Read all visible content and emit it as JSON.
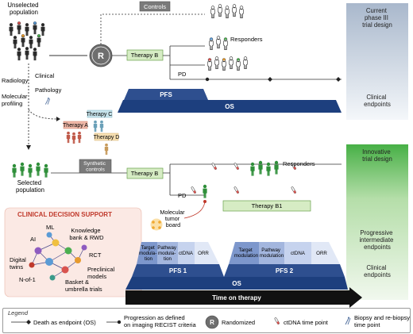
{
  "left_labels": {
    "unselected": [
      "Unselected",
      "population"
    ],
    "radiology": "Radiology",
    "clinical": "Clinical",
    "molecular": [
      "Molecular",
      "profiling"
    ],
    "pathology": "Pathology",
    "selected": [
      "Selected",
      "population"
    ]
  },
  "top_flow": {
    "controls": "Controls",
    "randomize_symbol": "R",
    "therapy_b": "Therapy B",
    "responders": "Responders",
    "pd": "PD",
    "pfs": "PFS",
    "os": "OS"
  },
  "therapies": {
    "a": "Therapy A",
    "c": "Therapy C",
    "d": "Therapy D"
  },
  "bottom_flow": {
    "synthetic_controls": [
      "Synthetic",
      "controls"
    ],
    "therapy_b": "Therapy B",
    "responders": "Responders",
    "pd": "PD",
    "therapy_b1": "Therapy B1",
    "tumor_board": [
      "Molecular",
      "tumor",
      "board"
    ]
  },
  "cds": {
    "title": "CLINICAL DECISION SUPPORT",
    "ml": "ML",
    "ai": "AI",
    "knowledge": [
      "Knowledge",
      "bank & RWD"
    ],
    "rct": "RCT",
    "digital_twins": [
      "Digital",
      "twins"
    ],
    "preclinical": [
      "Preclinical",
      "models"
    ],
    "n_of_1": "N-of-1",
    "basket": [
      "Basket &",
      "umbrella trials"
    ]
  },
  "endpoints": {
    "block1": [
      "Target",
      "modula-",
      "tion"
    ],
    "block2": [
      "Pathway",
      "modula-",
      "tion"
    ],
    "ctdna": "ctDNA",
    "orr": "ORR",
    "block1b": [
      "Target",
      "modulation"
    ],
    "block2b": [
      "Pathway",
      "modulation"
    ],
    "ctdna_b": "ctDNA",
    "orr_b": "ORR",
    "pfs1": "PFS 1",
    "pfs2": "PFS 2",
    "os": "OS",
    "time": "Time on therapy"
  },
  "right_panel": {
    "current": [
      "Current",
      "phase III",
      "trial design"
    ],
    "clinical_endpoints_top": [
      "Clinical",
      "endpoints"
    ],
    "innovative": [
      "Innovative",
      "trial design"
    ],
    "progressive": [
      "Progressive",
      "intermediate",
      "endpoints"
    ],
    "clinical_endpoints_bottom": [
      "Clinical",
      "endpoints"
    ]
  },
  "legend": {
    "title": "Legend",
    "death": "Death as endpoint (OS)",
    "progression": [
      "Progression as defined",
      "on imaging RECIST criteria"
    ],
    "r_symbol": "R",
    "randomized": "Randomized",
    "ctdna": "ctDNA time point",
    "biopsy": [
      "Biopsy and re-biopsy",
      "time point"
    ]
  },
  "colors": {
    "navy": "#1d3f7e",
    "mid_blue": "#3b5fa5",
    "light_blue": "#b7c6e6",
    "pale_blue": "#dde5f4",
    "therapy_green": "#d6ecc4",
    "therapy_border": "#6aa24e",
    "person_dark": "#2b2b2b",
    "person_green": "#2f8f3a",
    "cds_bg": "#fbe9e4",
    "cds_red": "#c0392b",
    "gray_box": "#7a7a7a",
    "right_top_grad": [
      "#a9b8cc",
      "#f4f7fa"
    ],
    "right_bottom_grad": [
      "#47b046",
      "#eaf6e6"
    ]
  }
}
